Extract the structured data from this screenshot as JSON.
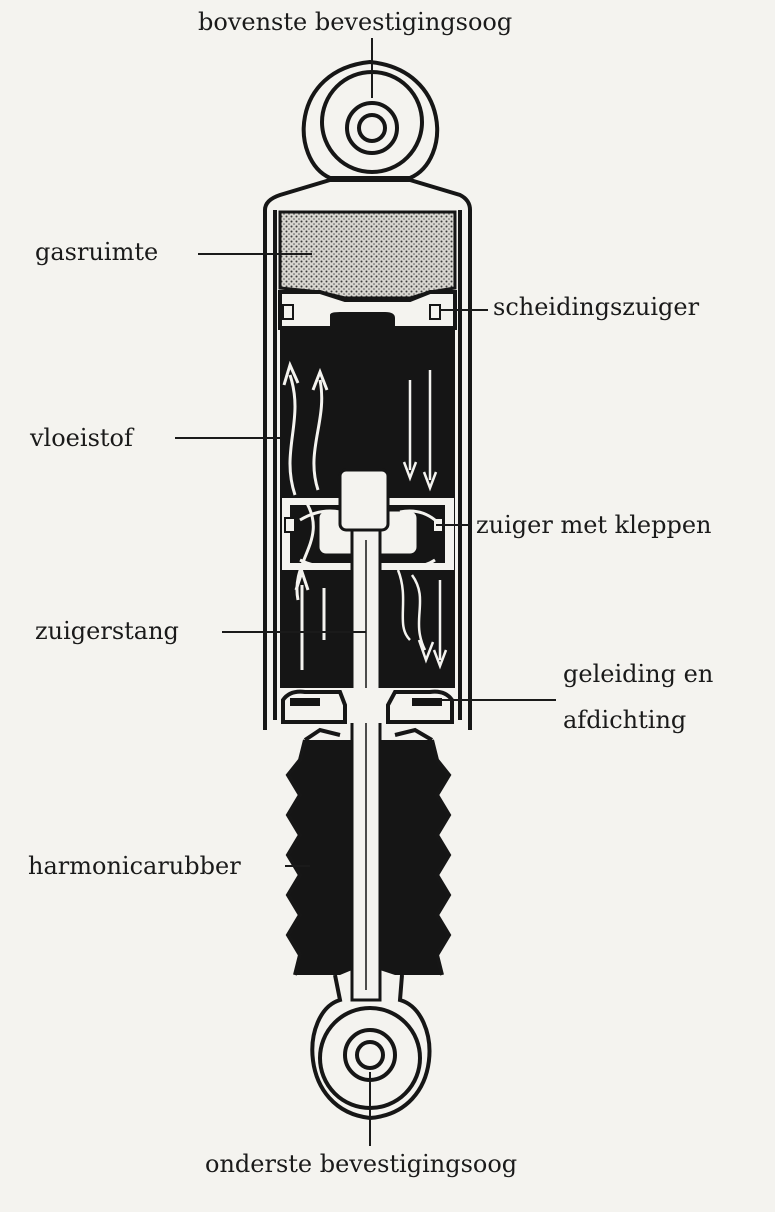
{
  "labels": {
    "top_eye": "bovenste bevestigingsoog",
    "gas_space": "gasruimte",
    "separating_piston": "scheidingszuiger",
    "fluid": "vloeistof",
    "piston_valves": "zuiger met kleppen",
    "piston_rod": "zuigerstang",
    "guide_seal_line1": "geleiding en",
    "guide_seal_line2": "afdichting",
    "bellows": "harmonicarubber",
    "bottom_eye": "onderste bevestigingsoog"
  }
}
